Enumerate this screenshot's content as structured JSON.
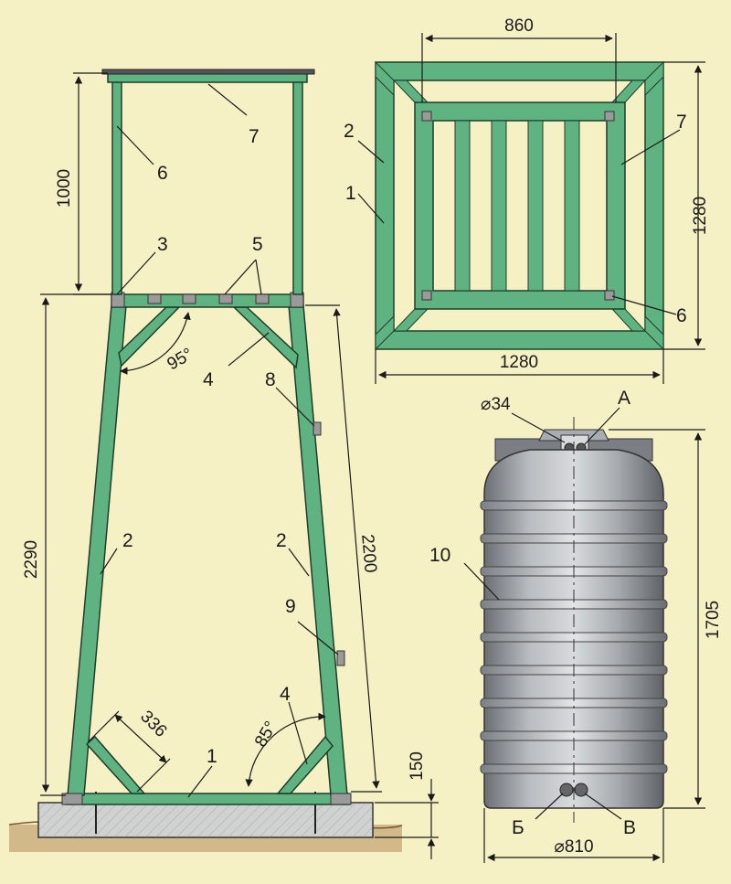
{
  "colors": {
    "background": "#f6f1c5",
    "frame_green": "#5fb381",
    "frame_outline": "#1f3d2b",
    "joint_gray": "#9a9a9a",
    "concrete": "#c8ccc9",
    "ground": "#b58a57",
    "tank_body": "#a9acb0",
    "tank_dark": "#6e7276",
    "dimension_line": "#1a1a1a"
  },
  "dimensions": {
    "top_frame_height": "1000",
    "overall_height": "2290",
    "leg_length": "2200",
    "footing_height": "150",
    "brace_offset": "336",
    "angle_top": "95°",
    "angle_bottom": "85°",
    "plan_inner_width": "860",
    "plan_outer_width": "1280",
    "plan_outer_depth": "1280",
    "tank_height": "1705",
    "tank_diameter": "⌀810",
    "pipe_diameter": "⌀34"
  },
  "callouts": {
    "n1": "1",
    "n2": "2",
    "n3": "3",
    "n4": "4",
    "n5": "5",
    "n6": "6",
    "n7": "7",
    "n8": "8",
    "n9": "9",
    "n10": "10",
    "port_a": "А",
    "port_b": "Б",
    "port_v": "В"
  },
  "icons": {
    "frame": "tower-frame-side-view",
    "plan": "tower-frame-plan-view",
    "tank": "water-tank-icon"
  }
}
